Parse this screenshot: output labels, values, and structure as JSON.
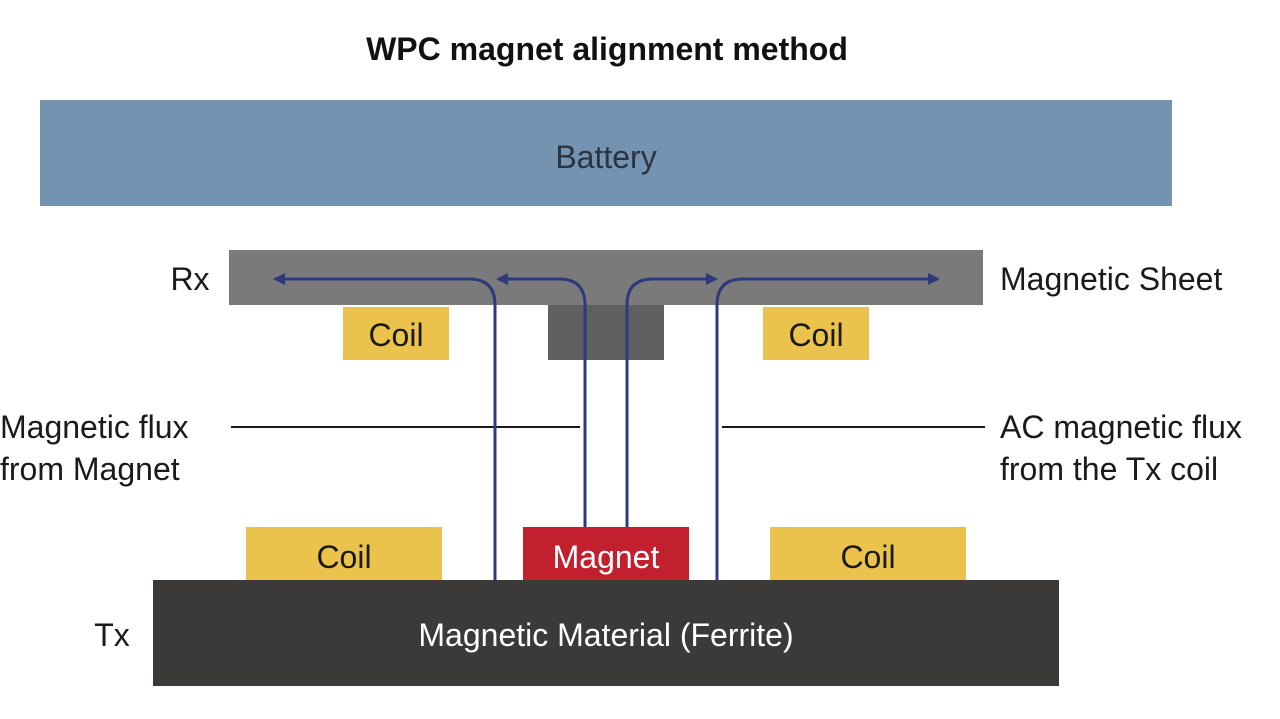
{
  "title": "WPC magnet alignment method",
  "labels": {
    "battery": "Battery",
    "rx": "Rx",
    "tx": "Tx",
    "magnetic_sheet": "Magnetic Sheet",
    "rx_coil_left": "Coil",
    "rx_coil_right": "Coil",
    "tx_coil_left": "Coil",
    "tx_coil_right": "Coil",
    "magnet": "Magnet",
    "ferrite": "Magnetic Material (Ferrite)",
    "flux_magnet_line1": "Magnetic flux",
    "flux_magnet_line2": "from Magnet",
    "flux_ac_line1": "AC magnetic flux",
    "flux_ac_line2": "from the Tx coil"
  },
  "colors": {
    "battery": "#7393b0",
    "magnetic_sheet": "#7a7a7a",
    "sheet_tab": "#5f5f5f",
    "coil": "#ebc24b",
    "magnet": "#c3202f",
    "ferrite": "#3c3a38",
    "flux": "#2e3a7c",
    "leader": "#1a1a1a"
  }
}
